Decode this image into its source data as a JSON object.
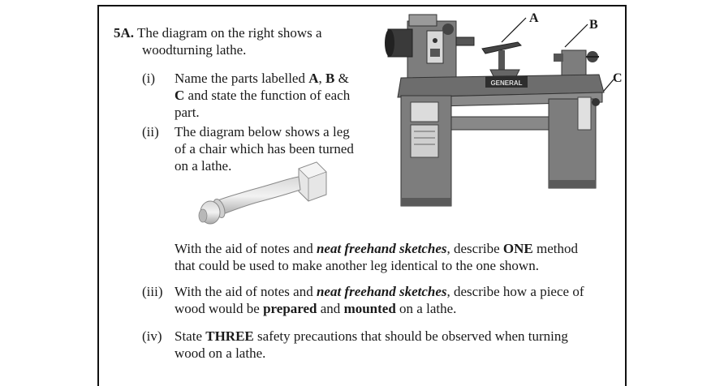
{
  "question": {
    "number": "5A.",
    "intro_line1": "The diagram on the right shows a",
    "intro_line2": "woodturning lathe."
  },
  "part_i": {
    "marker": "(i)",
    "l1_a": "Name the parts labelled ",
    "l1_A": "A",
    "l1_c1": ", ",
    "l1_B": "B",
    "l1_c2": " &",
    "l2_C": "C",
    "l2_rest": " and state the function of each",
    "l3": "part."
  },
  "part_ii": {
    "marker": "(ii)",
    "l1": "The diagram below shows a leg",
    "l2": "of a chair which has been turned",
    "l3": "on a lathe.",
    "p1_a": "With the aid of notes and ",
    "p1_em": "neat freehand sketches",
    "p1_b": ", describe ",
    "p1_one": "ONE",
    "p1_c": " method",
    "p2": "that could be used to make another leg identical to the one shown."
  },
  "part_iii": {
    "marker": "(iii)",
    "l1_a": "With the aid of notes and ",
    "l1_em": "neat freehand sketches",
    "l1_b": ", describe how a piece of",
    "l2_a": "wood would be ",
    "l2_prep": "prepared",
    "l2_b": " and ",
    "l2_mount": "mounted",
    "l2_c": " on a lathe."
  },
  "part_iv": {
    "marker": "(iv)",
    "l1_a": "State ",
    "l1_three": "THREE",
    "l1_b": " safety precautions that should be observed when turning",
    "l2": "wood on a lathe."
  },
  "diagram": {
    "label_a": "A",
    "label_b": "B",
    "label_c": "C",
    "brand": "GENERAL",
    "body_color": "#7d7d7d",
    "dark_color": "#3a3a3a"
  }
}
